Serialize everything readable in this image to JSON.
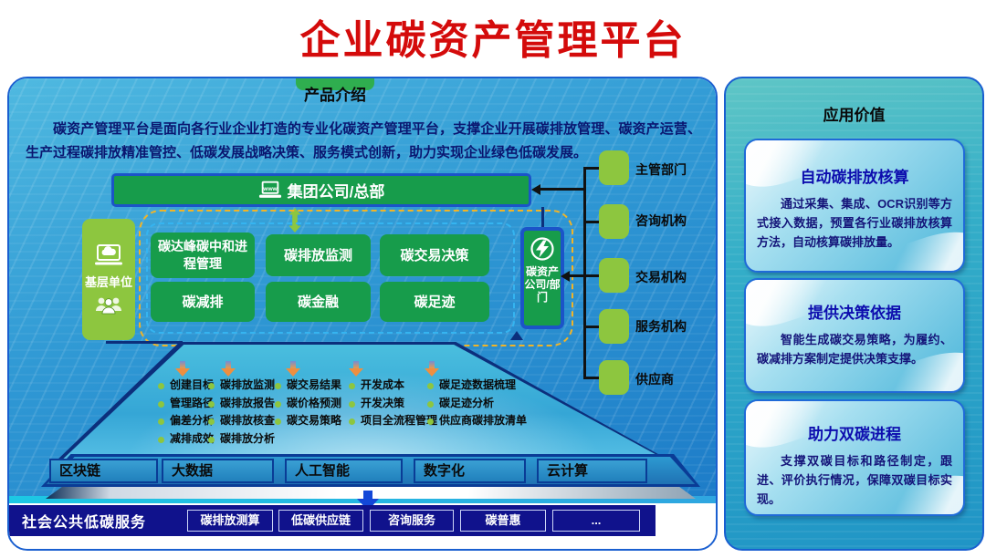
{
  "title": "企业碳资产管理平台",
  "colors": {
    "title_red": "#d40b0b",
    "panel_border_blue": "#1a5fd0",
    "green": "#179c4b",
    "light_green": "#8dc63f",
    "gold_dashed": "#f0b428",
    "blue_dashed": "#35b4f0",
    "navy_bar": "#10128c",
    "card_title_blue": "#0d0dae"
  },
  "icons": {
    "headquarters": "laptop-www-icon",
    "grassroots_top": "cloud-laptop-icon",
    "grassroots_bottom": "people-icon",
    "carbon_dept": "lightning-circle-icon",
    "bar_to_frame": "green-updown-arrow-icon",
    "funnel_top": "orange-down-arrow-icon",
    "platform_bottom": "blue-down-arrow-icon"
  },
  "product": {
    "tab": "产品介绍",
    "description": "碳资产管理平台是面向各行业企业打造的专业化碳资产管理平台，支撑企业开展碳排放管理、碳资产运营、生产过程碳排放精准管控、低碳发展战略决策、服务模式创新，助力实现企业绿色低碳发展。",
    "headquarters": "集团公司/总部",
    "grassroots_unit": "基层单位",
    "carbon_dept": "碳资产公司/部门",
    "modules": [
      "碳达峰碳中和进程管理",
      "碳排放监测",
      "碳交易决策",
      "碳减排",
      "碳金融",
      "碳足迹"
    ],
    "stakeholders": [
      "主管部门",
      "咨询机构",
      "交易机构",
      "服务机构",
      "供应商"
    ],
    "funnel_columns": [
      {
        "items": [
          "创建目标",
          "管理路径",
          "偏差分析",
          "减排成效"
        ]
      },
      {
        "items": [
          "碳排放监测",
          "碳排放报告",
          "碳排放核查",
          "碳排放分析"
        ]
      },
      {
        "items": [
          "碳交易结果",
          "碳价格预测",
          "碳交易策略"
        ]
      },
      {
        "items": [
          "开发成本",
          "开发决策",
          "项目全流程管理"
        ]
      },
      {
        "items": [
          "碳足迹数据梳理",
          "碳足迹分析",
          "供应商碳排放清单"
        ]
      }
    ],
    "technologies": [
      "区块链",
      "大数据",
      "人工智能",
      "数字化",
      "云计算"
    ],
    "public_service": {
      "label": "社会公共低碳服务",
      "buttons": [
        "碳排放测算",
        "低碳供应链",
        "咨询服务",
        "碳普惠",
        "..."
      ]
    }
  },
  "value_panel": {
    "title": "应用价值",
    "cards": [
      {
        "title": "自动碳排放核算",
        "body": "通过采集、集成、OCR识别等方式接入数据，预置各行业碳排放核算方法，自动核算碳排放量。"
      },
      {
        "title": "提供决策依据",
        "body": "智能生成碳交易策略，为履约、碳减排方案制定提供决策支撑。"
      },
      {
        "title": "助力双碳进程",
        "body": "支撑双碳目标和路径制定，跟进、评价执行情况，保障双碳目标实现。"
      }
    ]
  }
}
